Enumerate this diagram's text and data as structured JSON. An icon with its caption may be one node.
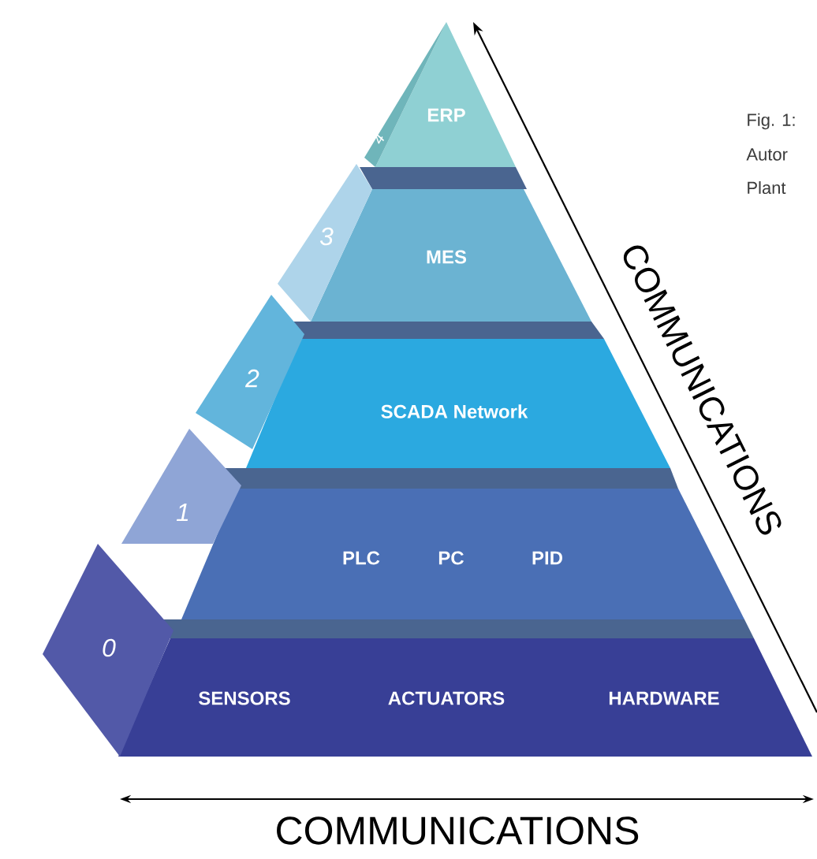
{
  "diagram": {
    "nodes": [
      {
        "text": [
          "ERP"
        ],
        "beside": [
          "4"
        ]
      },
      {
        "text": [
          "MES"
        ],
        "beside": [
          "3"
        ]
      },
      {
        "text": [
          "SCADA Network"
        ],
        "beside": [
          "2"
        ]
      },
      {
        "text": [
          "PLC",
          "PC",
          "PID"
        ],
        "beside": [
          "1"
        ]
      },
      {
        "text": [
          "SENSORS",
          "ACTUATORS",
          "HARDWARE"
        ],
        "beside": [
          "0"
        ]
      }
    ],
    "labels": [
      "Fig. 1:",
      "Autor",
      "Plant",
      "COMMUNICATIONS",
      "COMMUNICATIONS"
    ]
  }
}
